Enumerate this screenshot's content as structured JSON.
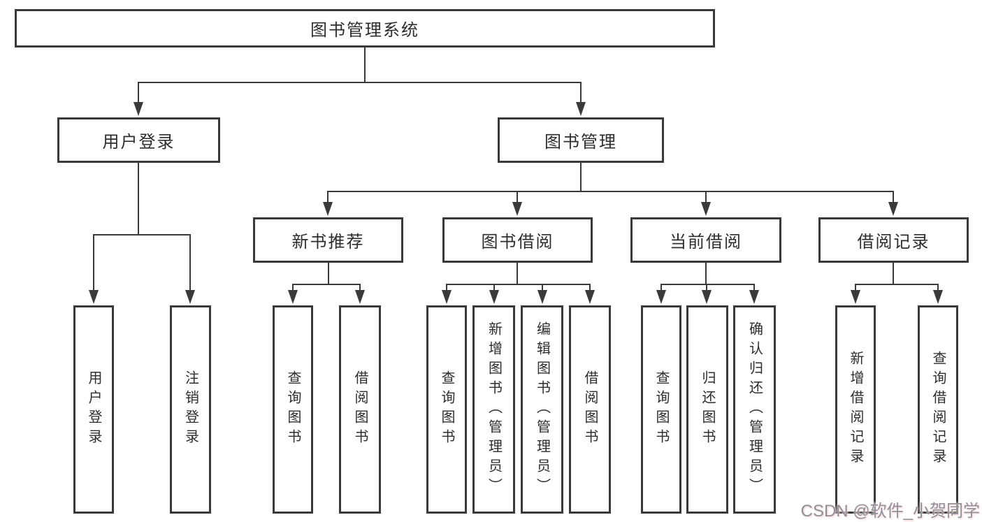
{
  "nodes": {
    "root": "图书管理系统",
    "user_login": "用户登录",
    "book_mgmt": "图书管理",
    "new_book_rec": "新书推荐",
    "book_borrow": "图书借阅",
    "current_borrow": "当前借阅",
    "borrow_records": "借阅记录",
    "leaf_user_login": "用户登录",
    "leaf_logout": "注销登录",
    "leaf_query_book_1": "查询图书",
    "leaf_borrow_book_1": "借阅图书",
    "leaf_query_book_2": "查询图书",
    "leaf_add_book": "新增图书（管理员）",
    "leaf_edit_book": "编辑图书（管理员）",
    "leaf_borrow_book_2": "借阅图书",
    "leaf_query_book_3": "查询图书",
    "leaf_return_book": "归还图书",
    "leaf_confirm_return": "确认归还（管理员）",
    "leaf_add_record": "新增借阅记录",
    "leaf_query_record": "查询借阅记录"
  },
  "watermark": "CSDN @软件_小贺同学",
  "colors": {
    "line": "#3a3a3a",
    "text": "#2d2d2d",
    "background": "#ffffff",
    "watermark": "#90909a"
  }
}
